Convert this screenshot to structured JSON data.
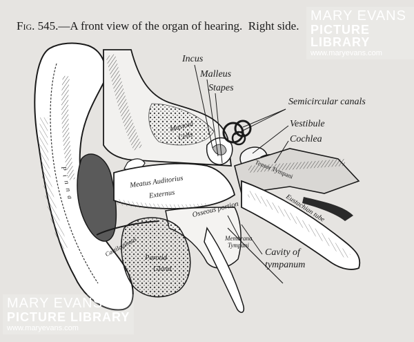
{
  "caption": {
    "fig_label": "Fig. 545.",
    "text": "—A front view of the organ of hearing.",
    "side": "Right side."
  },
  "labels": {
    "incus": "Incus",
    "malleus": "Malleus",
    "stapes": "Stapes",
    "semicircular_canals": "Semicircular canals",
    "vestibule": "Vestibule",
    "cochlea": "Cochlea",
    "mastoid_cells_1": "Mastoid",
    "mastoid_cells_2": "Cells",
    "meatus_1": "Meatus Auditorius",
    "meatus_2": "Externus",
    "osseous_portion": "Osseous portion",
    "membrana_tympani_1": "Membrana",
    "membrana_tympani_2": "Tympani",
    "cavity_1": "Cavity of",
    "cavity_2": "tympanum",
    "cartilaginous": "Cartilaginous",
    "parotid_1": "Parotid",
    "parotid_2": "Gland",
    "eustachian_tube": "Eustachian tube",
    "tensor_tympani": "Tensor Tympani",
    "pinna": "Pinna"
  },
  "watermark": {
    "name": "MARY EVANS",
    "library": "PICTURE LIBRARY",
    "url": "www.maryevans.com"
  },
  "colors": {
    "paper": "#e6e4e1",
    "ink": "#1a1a1a"
  }
}
